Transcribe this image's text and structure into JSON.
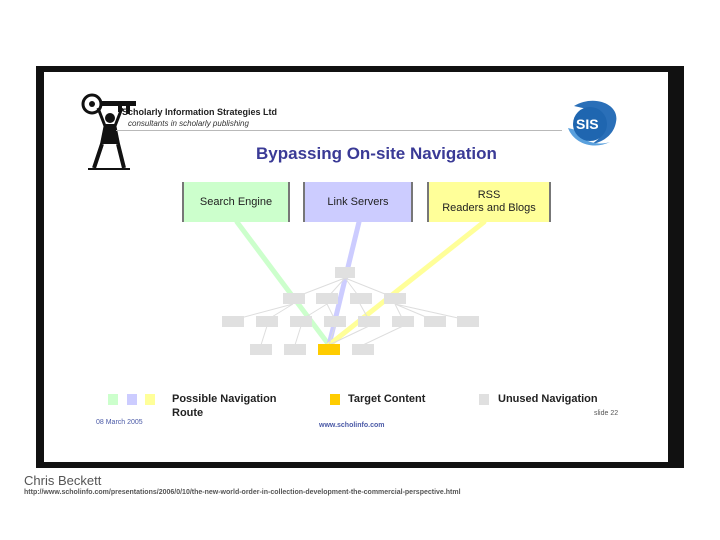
{
  "slide": {
    "company_name": "Scholarly Information Strategies Ltd",
    "tagline": "consultants in scholarly publishing",
    "logo_text": "SIS",
    "title": "Bypassing On-site Navigation",
    "routes": [
      {
        "label": "Search Engine",
        "color": "#ccffcc"
      },
      {
        "label": "Link Servers",
        "color": "#ccccff"
      },
      {
        "label": "RSS",
        "label2": "Readers and Blogs",
        "color": "#ffff99"
      }
    ],
    "legend": {
      "possible_label": "Possible Navigation",
      "possible_label2": "Route",
      "target_label": "Target Content",
      "unused_label": "Unused Navigation"
    },
    "colors": {
      "green": "#ccffcc",
      "blue": "#ccccff",
      "yellow": "#ffff99",
      "target": "#ffcc00",
      "unused": "#e0e0e0",
      "title": "#3a3a96"
    },
    "footer": {
      "date": "08 March 2005",
      "website": "www.scholinfo.com",
      "slide_number": "slide 22"
    }
  },
  "credit": {
    "author": "Chris Beckett",
    "url": "http://www.scholinfo.com/presentations/2006/0/10/the-new-world-order-in-collection-development-the-commercial-perspective.html"
  }
}
